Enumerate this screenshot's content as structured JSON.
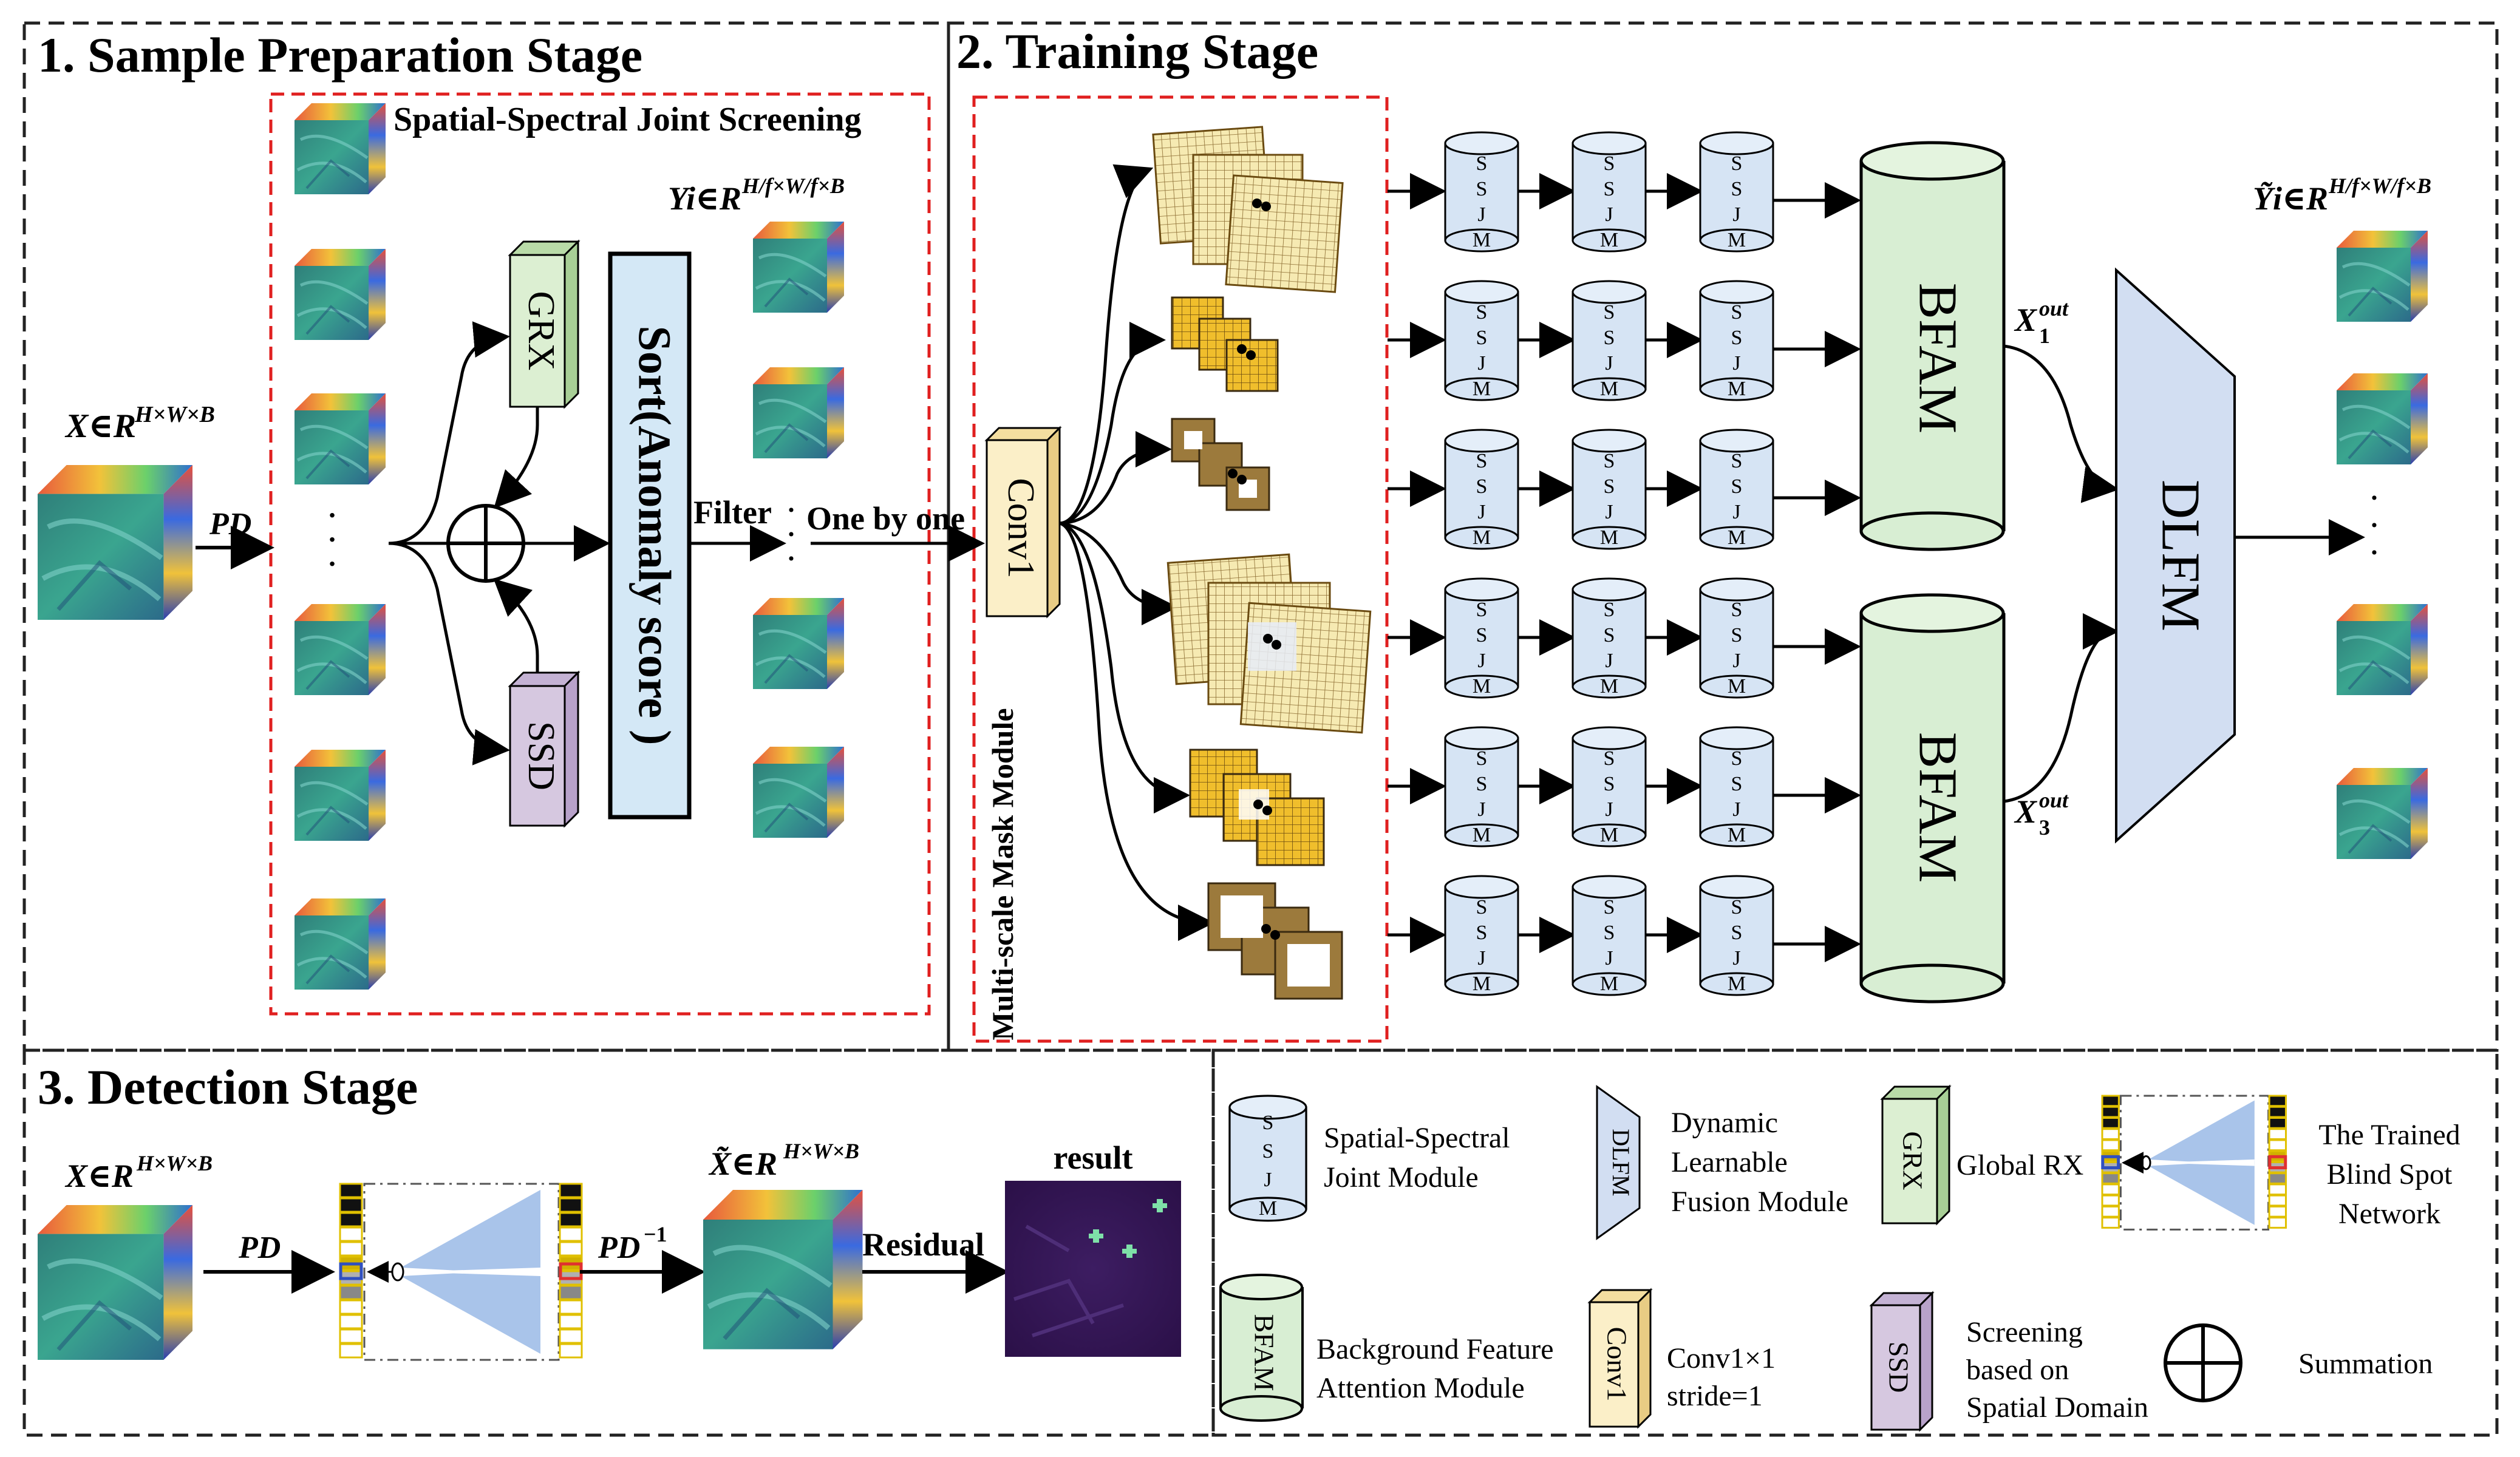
{
  "stage1": {
    "title": "1. Sample Preparation Stage",
    "box_label": "Spatial-Spectral Joint Screening",
    "input_math": "X∈R",
    "input_sup": "H×W×B",
    "pd": "PD",
    "grx": "GRX",
    "ssd": "SSD",
    "sort": "Sort(Anomaly score )",
    "filter": "Filter",
    "one_by_one": "One by one",
    "yi_math": "Yi∈R",
    "yi_sup": "H/f×W/f×B",
    "dots": "·  ·  ·"
  },
  "stage2": {
    "title": "2. Training Stage",
    "mask_module": "Multi-scale Mask Module",
    "conv": "Conv1",
    "ssjm": [
      "S",
      "S",
      "J",
      "M"
    ],
    "bfam": "BFAM",
    "dlfm": "DLFM",
    "x1": "X",
    "x1_sub": "1",
    "x1_sup": "out",
    "x3": "X",
    "x3_sub": "3",
    "x3_sup": "out",
    "ytilde_math": "Ỹi∈R",
    "ytilde_sup": "H/f×W/f×B"
  },
  "stage3": {
    "title": "3. Detection Stage",
    "input_math": "X∈R",
    "input_sup": "H×W×B",
    "pd": "PD",
    "pd_inv": "PD",
    "pd_inv_sup": "−1",
    "xtilde_math": "X̃∈R",
    "xtilde_sup": "H×W×B",
    "residual": "Residual",
    "result": "result"
  },
  "legend": {
    "ssjm_desc": [
      "Spatial-Spectral",
      "Joint Module"
    ],
    "dlfm_desc": [
      "Dynamic",
      "Learnable",
      "Fusion  Module"
    ],
    "grx_desc": "Global RX",
    "blind_desc": [
      "The Trained",
      "Blind Spot",
      "Network"
    ],
    "bfam_desc": [
      "Background Feature",
      "Attention Module"
    ],
    "conv_desc": [
      "Conv1×1",
      "stride=1"
    ],
    "ssd_desc": [
      "Screening",
      "based on",
      "Spatial Domain"
    ],
    "sum_desc": "Summation"
  },
  "colors": {
    "red_dash": "#e02020",
    "ssjm_fill": "#d6e4f4",
    "bfam_fill": "#d8eed3",
    "dlfm_fill": "#d2def2",
    "grx_fill": "#dcefd2",
    "ssd_fill": "#d6c8e0",
    "sort_fill": "#d4e8f6",
    "conv_fill": "#fbefc8",
    "mask_light": "#f6eab2",
    "mask_gold": "#f0be2c",
    "mask_brown": "#9c7a3c",
    "result_bg": "#3b1a5e"
  }
}
